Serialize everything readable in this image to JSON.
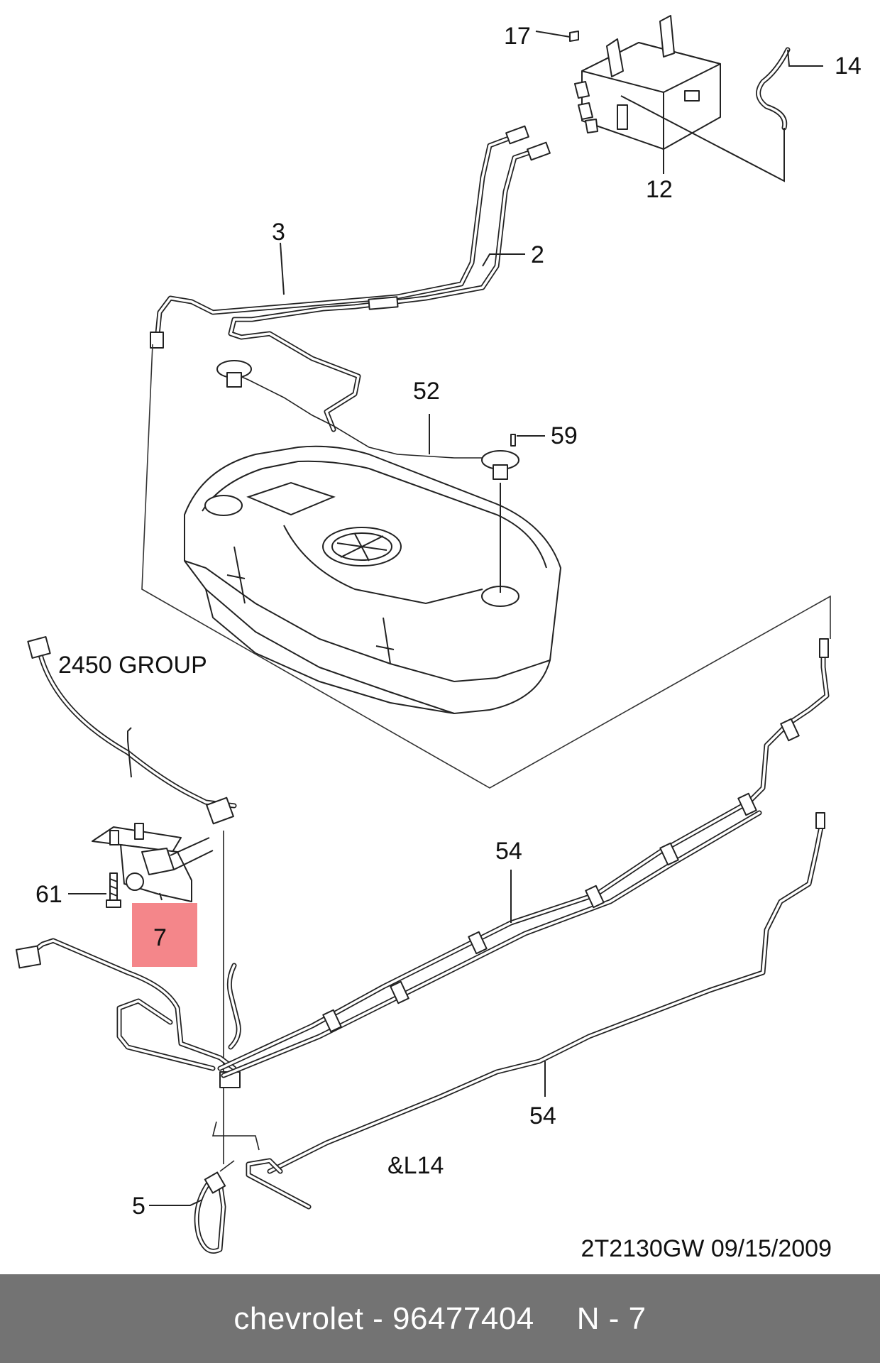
{
  "diagram": {
    "callouts": [
      {
        "id": "17",
        "text": "17"
      },
      {
        "id": "14",
        "text": "14"
      },
      {
        "id": "12",
        "text": "12"
      },
      {
        "id": "3",
        "text": "3"
      },
      {
        "id": "2",
        "text": "2"
      },
      {
        "id": "52",
        "text": "52"
      },
      {
        "id": "59",
        "text": "59"
      },
      {
        "id": "group",
        "text": "2450 GROUP"
      },
      {
        "id": "54a",
        "text": "54"
      },
      {
        "id": "61",
        "text": "61"
      },
      {
        "id": "7",
        "text": "7"
      },
      {
        "id": "54b",
        "text": "54"
      },
      {
        "id": "l14",
        "text": "&L14"
      },
      {
        "id": "5",
        "text": "5"
      }
    ],
    "highlight_color": "#f4868a",
    "diagram_code": "2T2130GW 09/15/2009"
  },
  "footer": {
    "brand_part": "chevrolet - 96477404",
    "page_ref": "N - 7",
    "background": "#737373"
  }
}
